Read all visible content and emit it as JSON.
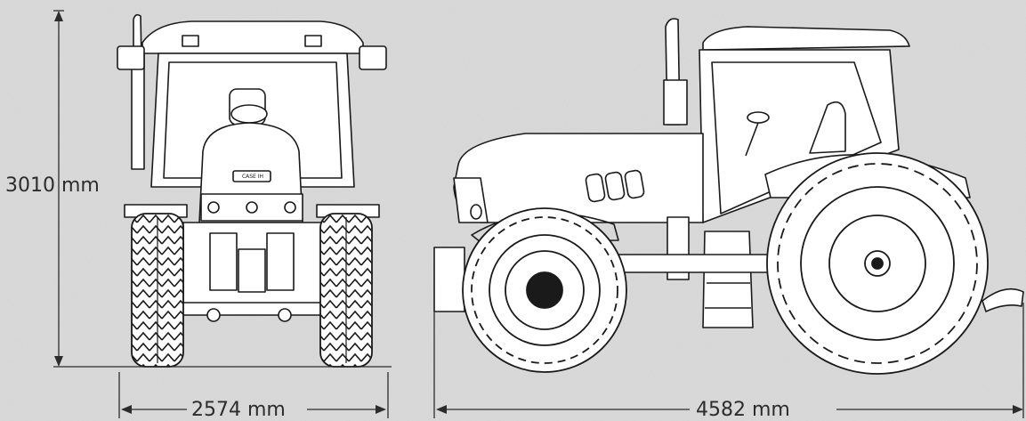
{
  "dimensions": {
    "height": "3010 mm",
    "width": "2574 mm",
    "length": "4582 mm"
  },
  "colors": {
    "background": "#dcdcdc",
    "line": "#1a1a1a",
    "fill": "#ffffff"
  },
  "brand_badge": "CASE IH"
}
